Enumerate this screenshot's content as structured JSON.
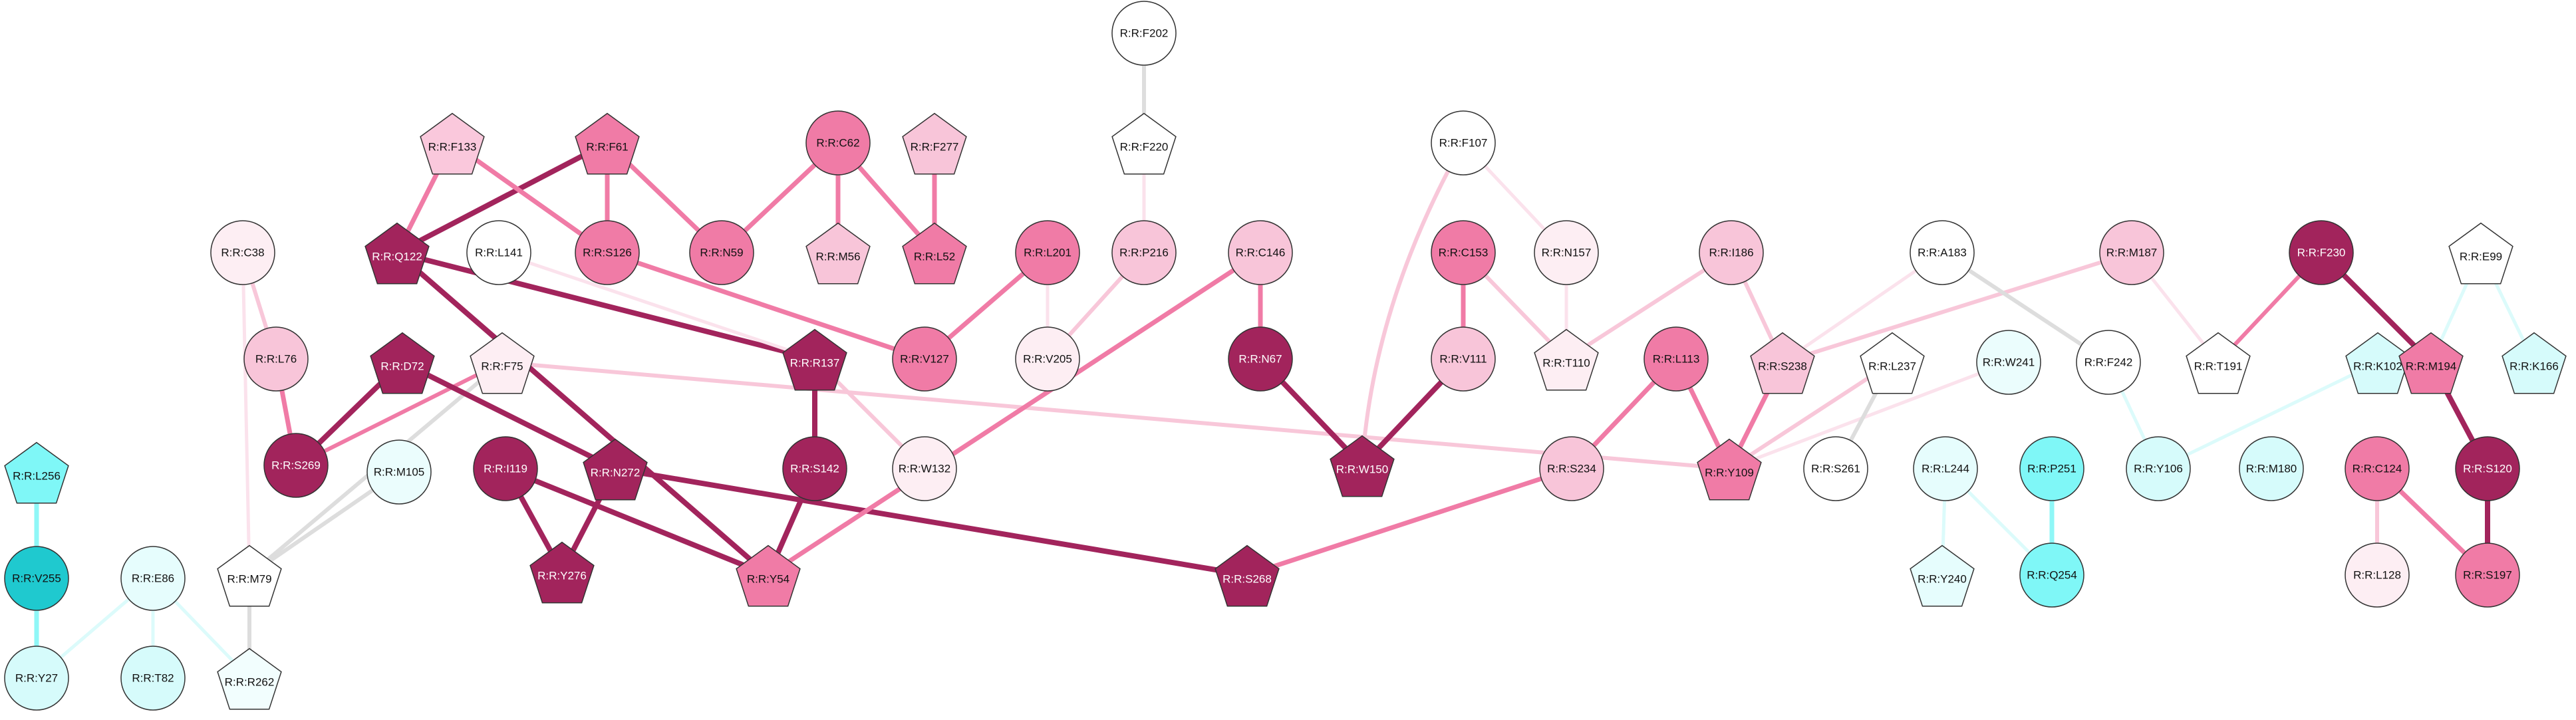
{
  "palette": {
    "edge_dark": "#a2245c",
    "edge_mid": "#f07ba6",
    "edge_light": "#f8c7d9",
    "edge_faint": "#fbe2ec",
    "edge_gray": "#dddddd",
    "edge_cyan": "#8ff7f7",
    "edge_cyan_faint": "#dcfbfb",
    "stroke": "#333333"
  },
  "nodes": [
    {
      "id": "L256",
      "label": "R:R:L256",
      "shape": "pentagon",
      "fill": "#7ff7f7"
    },
    {
      "id": "V255",
      "label": "R:R:V255",
      "shape": "circle",
      "fill": "#1fc9cf"
    },
    {
      "id": "Y27",
      "label": "R:R:Y27",
      "shape": "circle",
      "fill": "#d6fbfb"
    },
    {
      "id": "E86",
      "label": "R:R:E86",
      "shape": "circle",
      "fill": "#e6fdfd"
    },
    {
      "id": "T82",
      "label": "R:R:T82",
      "shape": "circle",
      "fill": "#d6fbfb"
    },
    {
      "id": "R262",
      "label": "R:R:R262",
      "shape": "pentagon",
      "fill": "#f2fefe"
    },
    {
      "id": "M79",
      "label": "R:R:M79",
      "shape": "pentagon",
      "fill": "#ffffff"
    },
    {
      "id": "C38",
      "label": "R:R:C38",
      "shape": "circle",
      "fill": "#fdeef3"
    },
    {
      "id": "L76",
      "label": "R:R:L76",
      "shape": "circle",
      "fill": "#f8c5d9"
    },
    {
      "id": "S269",
      "label": "R:R:S269",
      "shape": "circle",
      "fill": "#a2245c",
      "light": true
    },
    {
      "id": "F133",
      "label": "R:R:F133",
      "shape": "pentagon",
      "fill": "#fac8dc"
    },
    {
      "id": "Q122",
      "label": "R:R:Q122",
      "shape": "pentagon",
      "fill": "#a2245c",
      "light": true
    },
    {
      "id": "D72",
      "label": "R:R:D72",
      "shape": "pentagon",
      "fill": "#a2245c",
      "light": true
    },
    {
      "id": "F75",
      "label": "R:R:F75",
      "shape": "pentagon",
      "fill": "#fdeef3"
    },
    {
      "id": "M105",
      "label": "R:R:M105",
      "shape": "circle",
      "fill": "#ebfdfd"
    },
    {
      "id": "I119",
      "label": "R:R:I119",
      "shape": "circle",
      "fill": "#a2245c",
      "light": true
    },
    {
      "id": "Y276",
      "label": "R:R:Y276",
      "shape": "pentagon",
      "fill": "#a2245c",
      "light": true
    },
    {
      "id": "N272",
      "label": "R:R:N272",
      "shape": "pentagon",
      "fill": "#a2245c",
      "light": true
    },
    {
      "id": "F61",
      "label": "R:R:F61",
      "shape": "pentagon",
      "fill": "#f07ba6"
    },
    {
      "id": "S126",
      "label": "R:R:S126",
      "shape": "circle",
      "fill": "#f07ba6"
    },
    {
      "id": "L141",
      "label": "R:R:L141",
      "shape": "circle",
      "fill": "#ffffff"
    },
    {
      "id": "Y54",
      "label": "R:R:Y54",
      "shape": "pentagon",
      "fill": "#f07ba6"
    },
    {
      "id": "N59",
      "label": "R:R:N59",
      "shape": "circle",
      "fill": "#f07ba6"
    },
    {
      "id": "C62",
      "label": "R:R:C62",
      "shape": "circle",
      "fill": "#f07ba6"
    },
    {
      "id": "M56",
      "label": "R:R:M56",
      "shape": "pentagon",
      "fill": "#f8c5d9"
    },
    {
      "id": "F277",
      "label": "R:R:F277",
      "shape": "pentagon",
      "fill": "#f8c5d9"
    },
    {
      "id": "L52",
      "label": "R:R:L52",
      "shape": "pentagon",
      "fill": "#f07ba6"
    },
    {
      "id": "R137",
      "label": "R:R:R137",
      "shape": "pentagon",
      "fill": "#a2245c",
      "light": true
    },
    {
      "id": "S142",
      "label": "R:R:S142",
      "shape": "circle",
      "fill": "#a2245c",
      "light": true
    },
    {
      "id": "W132",
      "label": "R:R:W132",
      "shape": "circle",
      "fill": "#fdeef3"
    },
    {
      "id": "V127",
      "label": "R:R:V127",
      "shape": "circle",
      "fill": "#f07ba6"
    },
    {
      "id": "L201",
      "label": "R:R:L201",
      "shape": "circle",
      "fill": "#f07ba6"
    },
    {
      "id": "V205",
      "label": "R:R:V205",
      "shape": "circle",
      "fill": "#fdeef3"
    },
    {
      "id": "F202",
      "label": "R:R:F202",
      "shape": "circle",
      "fill": "#ffffff"
    },
    {
      "id": "F220",
      "label": "R:R:F220",
      "shape": "pentagon",
      "fill": "#ffffff"
    },
    {
      "id": "P216",
      "label": "R:R:P216",
      "shape": "circle",
      "fill": "#f8c5d9"
    },
    {
      "id": "C146",
      "label": "R:R:C146",
      "shape": "circle",
      "fill": "#f8c5d9"
    },
    {
      "id": "N67",
      "label": "R:R:N67",
      "shape": "circle",
      "fill": "#a2245c",
      "light": true
    },
    {
      "id": "W150",
      "label": "R:R:W150",
      "shape": "pentagon",
      "fill": "#a2245c",
      "light": true
    },
    {
      "id": "S268",
      "label": "R:R:S268",
      "shape": "pentagon",
      "fill": "#a2245c",
      "light": true
    },
    {
      "id": "F107",
      "label": "R:R:F107",
      "shape": "circle",
      "fill": "#ffffff"
    },
    {
      "id": "C153",
      "label": "R:R:C153",
      "shape": "circle",
      "fill": "#f07ba6"
    },
    {
      "id": "V111",
      "label": "R:R:V111",
      "shape": "circle",
      "fill": "#f8c5d9"
    },
    {
      "id": "N157",
      "label": "R:R:N157",
      "shape": "circle",
      "fill": "#fdeef3"
    },
    {
      "id": "T110",
      "label": "R:R:T110",
      "shape": "pentagon",
      "fill": "#fdeef3"
    },
    {
      "id": "I186",
      "label": "R:R:I186",
      "shape": "circle",
      "fill": "#f8c5d9"
    },
    {
      "id": "L113",
      "label": "R:R:L113",
      "shape": "circle",
      "fill": "#f07ba6"
    },
    {
      "id": "S234",
      "label": "R:R:S234",
      "shape": "circle",
      "fill": "#f8c5d9"
    },
    {
      "id": "S238",
      "label": "R:R:S238",
      "shape": "pentagon",
      "fill": "#f8c5d9"
    },
    {
      "id": "Y109",
      "label": "R:R:Y109",
      "shape": "pentagon",
      "fill": "#f07ba6"
    },
    {
      "id": "A183",
      "label": "R:R:A183",
      "shape": "circle",
      "fill": "#ffffff"
    },
    {
      "id": "L237",
      "label": "R:R:L237",
      "shape": "pentagon",
      "fill": "#ffffff"
    },
    {
      "id": "S261",
      "label": "R:R:S261",
      "shape": "circle",
      "fill": "#ffffff"
    },
    {
      "id": "W241",
      "label": "R:R:W241",
      "shape": "circle",
      "fill": "#ebfdfd"
    },
    {
      "id": "F242",
      "label": "R:R:F242",
      "shape": "circle",
      "fill": "#ffffff"
    },
    {
      "id": "M187",
      "label": "R:R:M187",
      "shape": "circle",
      "fill": "#f8c5d9"
    },
    {
      "id": "T191",
      "label": "R:R:T191",
      "shape": "pentagon",
      "fill": "#ffffff"
    },
    {
      "id": "L244",
      "label": "R:R:L244",
      "shape": "circle",
      "fill": "#e6fdfd"
    },
    {
      "id": "P251",
      "label": "R:R:P251",
      "shape": "circle",
      "fill": "#7ff7f7"
    },
    {
      "id": "Q254",
      "label": "R:R:Q254",
      "shape": "circle",
      "fill": "#7ff7f7"
    },
    {
      "id": "Y240",
      "label": "R:R:Y240",
      "shape": "pentagon",
      "fill": "#e6fdfd"
    },
    {
      "id": "Y106",
      "label": "R:R:Y106",
      "shape": "circle",
      "fill": "#d6fbfb"
    },
    {
      "id": "M180",
      "label": "R:R:M180",
      "shape": "circle",
      "fill": "#d6fbfb"
    },
    {
      "id": "F230",
      "label": "R:R:F230",
      "shape": "circle",
      "fill": "#a2245c",
      "light": true
    },
    {
      "id": "K102",
      "label": "R:R:K102",
      "shape": "pentagon",
      "fill": "#d6fbfb"
    },
    {
      "id": "M194",
      "label": "R:R:M194",
      "shape": "pentagon",
      "fill": "#f07ba6"
    },
    {
      "id": "E99",
      "label": "R:R:E99",
      "shape": "pentagon",
      "fill": "#ffffff"
    },
    {
      "id": "K166",
      "label": "R:R:K166",
      "shape": "pentagon",
      "fill": "#d6fbfb"
    },
    {
      "id": "C124",
      "label": "R:R:C124",
      "shape": "circle",
      "fill": "#f07ba6"
    },
    {
      "id": "S120",
      "label": "R:R:S120",
      "shape": "circle",
      "fill": "#a2245c",
      "light": true
    },
    {
      "id": "L128",
      "label": "R:R:L128",
      "shape": "circle",
      "fill": "#fdeef3"
    },
    {
      "id": "S197",
      "label": "R:R:S197",
      "shape": "circle",
      "fill": "#f07ba6"
    }
  ],
  "edges": [
    {
      "from": "L256",
      "to": "V255",
      "color": "edge_cyan",
      "width": 7
    },
    {
      "from": "V255",
      "to": "Y27",
      "color": "edge_cyan",
      "width": 7
    },
    {
      "from": "E86",
      "to": "Y27",
      "color": "edge_cyan_faint",
      "width": 5
    },
    {
      "from": "E86",
      "to": "T82",
      "color": "edge_cyan_faint",
      "width": 5
    },
    {
      "from": "E86",
      "to": "R262",
      "color": "edge_cyan_faint",
      "width": 5
    },
    {
      "from": "M79",
      "to": "R262",
      "color": "edge_gray",
      "width": 6
    },
    {
      "from": "M105",
      "to": "M79",
      "color": "edge_gray",
      "width": 6
    },
    {
      "from": "F75",
      "to": "M79",
      "color": "edge_gray",
      "width": 6
    },
    {
      "from": "C38",
      "to": "M79",
      "color": "edge_faint",
      "width": 5
    },
    {
      "from": "C38",
      "to": "L76",
      "color": "edge_light",
      "width": 6
    },
    {
      "from": "L76",
      "to": "S269",
      "color": "edge_mid",
      "width": 7
    },
    {
      "from": "D72",
      "to": "S269",
      "color": "edge_dark",
      "width": 8
    },
    {
      "from": "F75",
      "to": "S269",
      "color": "edge_mid",
      "width": 6
    },
    {
      "from": "D72",
      "to": "N272",
      "color": "edge_dark",
      "width": 8
    },
    {
      "from": "F75",
      "to": "Y109",
      "color": "edge_light",
      "width": 6
    },
    {
      "from": "I119",
      "to": "Y276",
      "color": "edge_dark",
      "width": 8
    },
    {
      "from": "N272",
      "to": "Y276",
      "color": "edge_dark",
      "width": 8
    },
    {
      "from": "I119",
      "to": "Y54",
      "color": "edge_dark",
      "width": 8
    },
    {
      "from": "N272",
      "to": "S268",
      "color": "edge_dark",
      "width": 8
    },
    {
      "from": "F61",
      "to": "Q122",
      "color": "edge_dark",
      "width": 8
    },
    {
      "from": "F133",
      "to": "Q122",
      "color": "edge_mid",
      "width": 7
    },
    {
      "from": "F133",
      "to": "S126",
      "color": "edge_mid",
      "width": 7
    },
    {
      "from": "F61",
      "to": "S126",
      "color": "edge_mid",
      "width": 7
    },
    {
      "from": "F61",
      "to": "N59",
      "color": "edge_mid",
      "width": 7
    },
    {
      "from": "C62",
      "to": "N59",
      "color": "edge_mid",
      "width": 7
    },
    {
      "from": "C62",
      "to": "M56",
      "color": "edge_mid",
      "width": 7
    },
    {
      "from": "C62",
      "to": "L52",
      "color": "edge_mid",
      "width": 7
    },
    {
      "from": "F277",
      "to": "L52",
      "color": "edge_mid",
      "width": 7
    },
    {
      "from": "Q122",
      "to": "R137",
      "color": "edge_dark",
      "width": 8
    },
    {
      "from": "Q122",
      "to": "Y54",
      "color": "edge_dark",
      "width": 8
    },
    {
      "from": "L141",
      "to": "R137",
      "color": "edge_faint",
      "width": 5
    },
    {
      "from": "S126",
      "to": "V127",
      "color": "edge_mid",
      "width": 7
    },
    {
      "from": "R137",
      "to": "S142",
      "color": "edge_dark",
      "width": 8
    },
    {
      "from": "R137",
      "to": "W132",
      "color": "edge_light",
      "width": 6
    },
    {
      "from": "S142",
      "to": "Y54",
      "color": "edge_dark",
      "width": 8
    },
    {
      "from": "L201",
      "to": "V127",
      "color": "edge_mid",
      "width": 7
    },
    {
      "from": "L201",
      "to": "V205",
      "color": "edge_faint",
      "width": 5
    },
    {
      "from": "P216",
      "to": "V205",
      "color": "edge_light",
      "width": 6
    },
    {
      "from": "F202",
      "to": "F220",
      "color": "edge_gray",
      "width": 6
    },
    {
      "from": "F220",
      "to": "P216",
      "color": "edge_faint",
      "width": 5
    },
    {
      "from": "C146",
      "to": "Y54",
      "color": "edge_mid",
      "width": 7
    },
    {
      "from": "C146",
      "to": "N67",
      "color": "edge_mid",
      "width": 7
    },
    {
      "from": "N67",
      "to": "W150",
      "color": "edge_dark",
      "width": 8
    },
    {
      "from": "F107",
      "to": "W150",
      "color": "edge_light",
      "width": 6,
      "curve": -60
    },
    {
      "from": "V111",
      "to": "W150",
      "color": "edge_dark",
      "width": 8
    },
    {
      "from": "C153",
      "to": "V111",
      "color": "edge_mid",
      "width": 7
    },
    {
      "from": "C153",
      "to": "T110",
      "color": "edge_light",
      "width": 6
    },
    {
      "from": "F107",
      "to": "N157",
      "color": "edge_faint",
      "width": 5
    },
    {
      "from": "N157",
      "to": "T110",
      "color": "edge_faint",
      "width": 5
    },
    {
      "from": "I186",
      "to": "T110",
      "color": "edge_light",
      "width": 6
    },
    {
      "from": "I186",
      "to": "S238",
      "color": "edge_light",
      "width": 6
    },
    {
      "from": "L113",
      "to": "S234",
      "color": "edge_mid",
      "width": 7
    },
    {
      "from": "L113",
      "to": "Y109",
      "color": "edge_mid",
      "width": 7
    },
    {
      "from": "S234",
      "to": "S268",
      "color": "edge_mid",
      "width": 7
    },
    {
      "from": "S238",
      "to": "Y109",
      "color": "edge_mid",
      "width": 7
    },
    {
      "from": "L237",
      "to": "Y109",
      "color": "edge_light",
      "width": 6
    },
    {
      "from": "W241",
      "to": "Y109",
      "color": "edge_faint",
      "width": 5
    },
    {
      "from": "A183",
      "to": "S238",
      "color": "edge_faint",
      "width": 5
    },
    {
      "from": "M187",
      "to": "S238",
      "color": "edge_light",
      "width": 6
    },
    {
      "from": "A183",
      "to": "F242",
      "color": "edge_gray",
      "width": 6
    },
    {
      "from": "L237",
      "to": "S261",
      "color": "edge_gray",
      "width": 6
    },
    {
      "from": "M187",
      "to": "T191",
      "color": "edge_faint",
      "width": 5
    },
    {
      "from": "F242",
      "to": "Y106",
      "color": "edge_cyan_faint",
      "width": 5
    },
    {
      "from": "L244",
      "to": "Y240",
      "color": "edge_cyan_faint",
      "width": 5
    },
    {
      "from": "L244",
      "to": "Q254",
      "color": "edge_cyan_faint",
      "width": 5
    },
    {
      "from": "P251",
      "to": "Q254",
      "color": "edge_cyan",
      "width": 7
    },
    {
      "from": "F230",
      "to": "T191",
      "color": "edge_mid",
      "width": 6
    },
    {
      "from": "F230",
      "to": "M194",
      "color": "edge_dark",
      "width": 8
    },
    {
      "from": "K102",
      "to": "Y106",
      "color": "edge_cyan_faint",
      "width": 5
    },
    {
      "from": "E99",
      "to": "M194",
      "color": "edge_cyan_faint",
      "width": 5
    },
    {
      "from": "E99",
      "to": "K166",
      "color": "edge_cyan_faint",
      "width": 5
    },
    {
      "from": "M194",
      "to": "S120",
      "color": "edge_dark",
      "width": 8
    },
    {
      "from": "S120",
      "to": "S197",
      "color": "edge_dark",
      "width": 8
    },
    {
      "from": "C124",
      "to": "S197",
      "color": "edge_mid",
      "width": 7
    },
    {
      "from": "C124",
      "to": "L128",
      "color": "edge_light",
      "width": 6
    }
  ]
}
